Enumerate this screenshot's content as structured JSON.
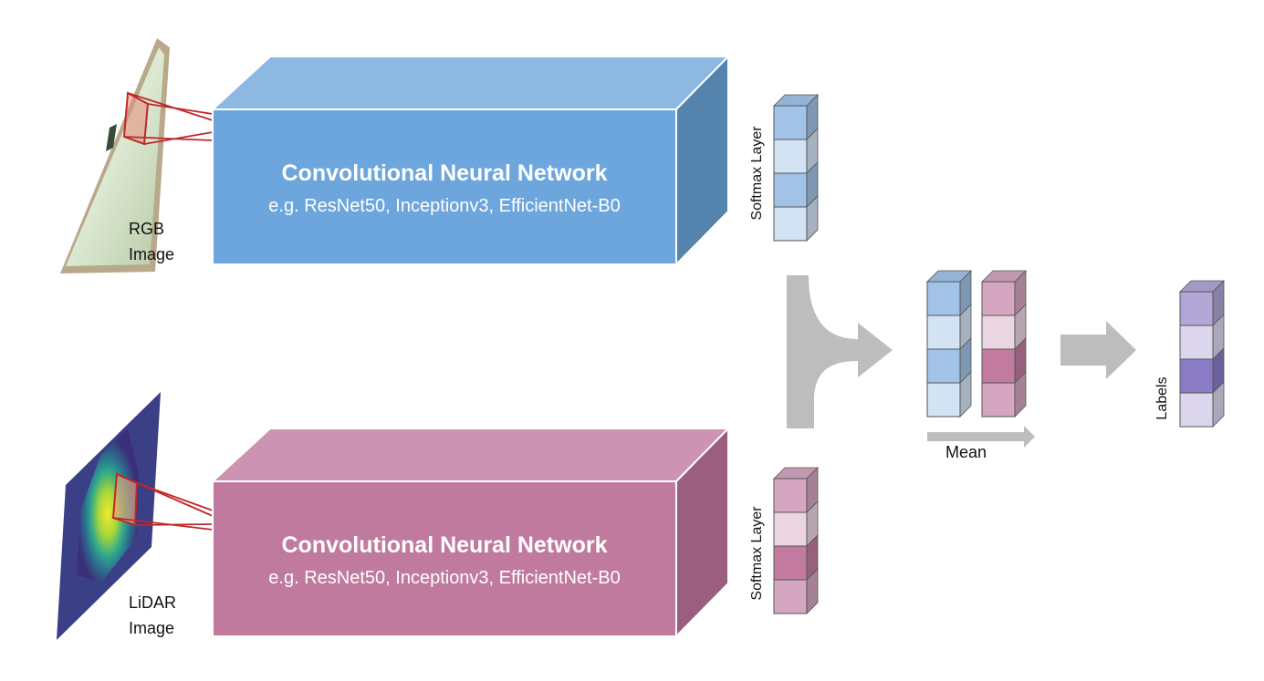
{
  "rgb_input": {
    "label_line1": "RGB",
    "label_line2": "Image"
  },
  "lidar_input": {
    "label_line1": "LiDAR",
    "label_line2": "Image"
  },
  "cnn_rgb": {
    "title": "Convolutional Neural Network",
    "subtitle": "e.g. ResNet50, Inceptionv3, EfficientNet-B0",
    "colors": {
      "front": "#6CA6DC",
      "top": "#8CB8E2",
      "side": "#5483AE"
    }
  },
  "cnn_lidar": {
    "title": "Convolutional Neural Network",
    "subtitle": "e.g. ResNet50, Inceptionv3, EfficientNet-B0",
    "colors": {
      "front": "#C07A9E",
      "top": "#CC94B2",
      "side": "#9A5E7E"
    }
  },
  "softmax_rgb": {
    "label": "Softmax Layer",
    "cells": [
      "#A2C3E7",
      "#D3E3F3",
      "#A2C3E7",
      "#D3E3F3"
    ]
  },
  "softmax_lidar": {
    "label": "Softmax Layer",
    "cells": [
      "#D4A6C0",
      "#EBD5E1",
      "#C27B9F",
      "#D4A6C0"
    ]
  },
  "merged": {
    "rgb_cells": [
      "#A2C3E7",
      "#D3E3F3",
      "#A2C3E7",
      "#D3E3F3"
    ],
    "lidar_cells": [
      "#D4A6C0",
      "#EBD5E1",
      "#C27B9F",
      "#D4A6C0"
    ],
    "mean_label": "Mean"
  },
  "labels_output": {
    "label": "Labels",
    "cells": [
      "#B2A6D6",
      "#DCD6EC",
      "#8B7CC6",
      "#DCD6EC"
    ]
  },
  "arrow_color": "#BDBDBD",
  "icons": {
    "rgb_image": "rgb-thumbnail",
    "lidar_image": "lidar-heatmap",
    "merge_arrow": "merge-arrow",
    "output_arrow": "right-arrow",
    "mean_arrow": "right-arrow"
  }
}
